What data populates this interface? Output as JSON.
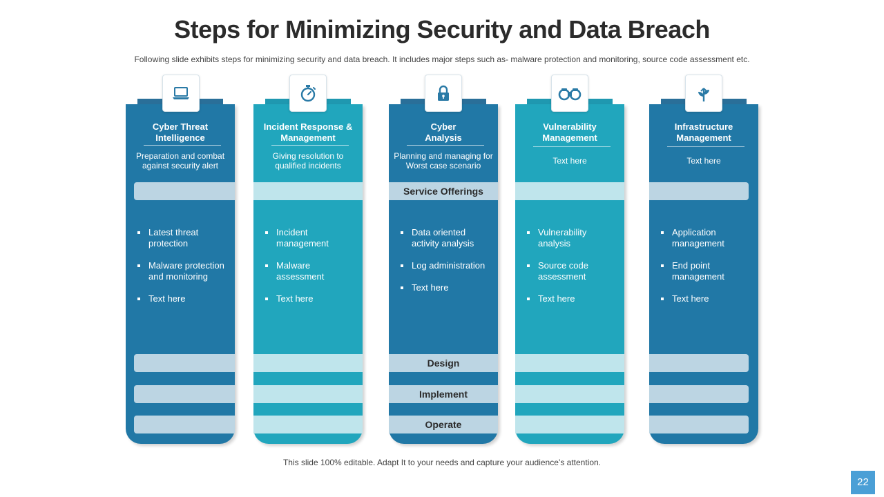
{
  "slide": {
    "title": "Steps for Minimizing Security and Data Breach",
    "subtitle": "Following slide exhibits steps for minimizing security and data breach. It includes major steps such as- malware protection and monitoring, source code assessment etc.",
    "footer": "This slide 100% editable. Adapt  It to your needs and capture your audience’s attention.",
    "page_number": "22"
  },
  "colors": {
    "dark_column": "#2178a6",
    "light_column": "#21a6bd",
    "dark_tab": "#2a6f99",
    "light_tab": "#1f98b0",
    "band_dark": "#bcd5e3",
    "band_light": "#bfe5ec",
    "icon_color": "#2a7aa6"
  },
  "columns": [
    {
      "icon": "laptop-icon",
      "title": "Cyber Threat Intelligence",
      "description": "Preparation and combat against security alert",
      "bullets": [
        "Latest threat protection",
        "Malware protection and monitoring",
        "Text here"
      ]
    },
    {
      "icon": "stopwatch-icon",
      "title": "Incident Response & Management",
      "description": "Giving resolution to qualified incidents",
      "bullets": [
        "Incident management",
        "Malware assessment",
        "Text here"
      ]
    },
    {
      "icon": "padlock-icon",
      "title": "Cyber Analysis",
      "description": "Planning and managing for Worst case scenario",
      "bullets": [
        "Data oriented activity analysis",
        "Log administration",
        "Text here"
      ]
    },
    {
      "icon": "binoculars-icon",
      "title": "Vulnerability Management",
      "description": "Text here",
      "bullets": [
        "Vulnerability analysis",
        "Source code assessment",
        "Text here"
      ]
    },
    {
      "icon": "plant-icon",
      "title": "Infrastructure Management",
      "description": "Text here",
      "bullets": [
        "Application management",
        "End point management",
        "Text here"
      ]
    }
  ],
  "bands": {
    "service": "Service Offerings",
    "design": "Design",
    "implement": "Implement",
    "operate": "Operate"
  }
}
